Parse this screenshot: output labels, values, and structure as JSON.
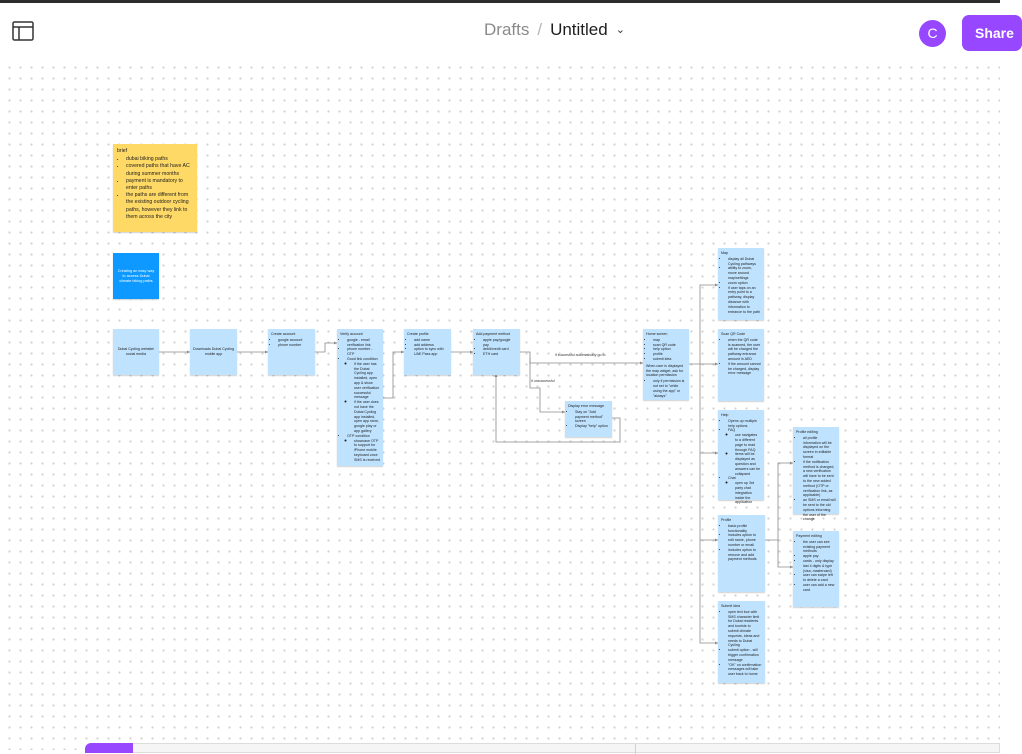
{
  "header": {
    "breadcrumb_parent": "Drafts",
    "separator": "/",
    "file_title": "Untitled",
    "avatar_initial": "C",
    "share_label": "Share"
  },
  "brief": {
    "title": "brief",
    "items": [
      "dubai biking paths",
      "covered paths that have AC during summer months",
      "payment is mandatory to enter paths",
      "the paths are different from the existing outdoor cycling paths, however they link to them across the city"
    ]
  },
  "blue_note": "Creating an easy way to access Dubai climate biking paths",
  "flow": {
    "n1": "Dubai Cycling website/ social media",
    "n2": "Downloads Dubai Cycling mobile app",
    "n3": {
      "head": "Create account",
      "items": [
        "google account",
        "phone number"
      ]
    },
    "n4": {
      "head": "Verify account",
      "items": [
        "google - email verification link",
        "phone number - OTP"
      ],
      "sub_head": "Good link condition",
      "sub_items": [
        "if the user has the Dubai Cycling app installed, open app & show user verification successful message",
        "if the user does not have the Dubai Cycling app installed, open app store, google play or app gallery"
      ],
      "otp_head": "OTP condition",
      "otp_items": [
        "showcase OTP to support for iPhone mobile keyboard once SMS is received"
      ]
    },
    "n5": {
      "head": "Create profile",
      "items": [
        "add name",
        "add address",
        "option to sync with UAE Pass app"
      ]
    },
    "n6": {
      "head": "Add payment method",
      "items": [
        "apple pay/google pay",
        "debit/credit card",
        "ETH card"
      ]
    },
    "error": {
      "head": "Display error message",
      "items": [
        "Stay on \"Add payment method\" screen",
        "Display \"help\" option"
      ]
    },
    "home": {
      "head": "Home screen",
      "items": [
        "map",
        "scan QR code",
        "help option",
        "profile",
        "submit idea"
      ],
      "note": "When user is displayed the map widget, ask for location permission",
      "note_items": [
        "only if permission is not set to \"while using the app\" or \"always\""
      ]
    },
    "label_success": "if successful automatically go to",
    "label_unsuccess": "if unsuccessful",
    "map": {
      "head": "Map",
      "items": [
        "display all Dubai Cycling pathways",
        "ability to zoom, move around map/settings",
        "zoom option",
        "if user taps on an entry point to a pathway, display distance with information to entrance to the path"
      ]
    },
    "scan": {
      "head": "Scan QR Code",
      "items": [
        "when the QR code is scanned, the user will be charged the pathway entrance amount in AED",
        "if the amount cannot be charged, display error message"
      ]
    },
    "help": {
      "head": "Help",
      "items": [
        "Opens up multiple help options"
      ],
      "faq_head": "FAQ",
      "faq_items": [
        "use navigates to a different page to read through FAQ",
        "items will be displayed as question and answers can be collapsed"
      ],
      "chat_head": "Chat",
      "chat_items": [
        "open up 3rd party chat integration inside the application"
      ]
    },
    "profile": {
      "head": "Profile",
      "items": [
        "basic profile functionality",
        "includes option to edit name, phone number or email",
        "includes option to remove and add payment methods"
      ]
    },
    "submit": {
      "head": "Submit idea",
      "items": [
        "open text box with SMS character limit for Dubai residents and tourists to submit climate requests, ideas and needs to Dubai Cycling",
        "submit option - will trigger confirmation message",
        "\"OK\" on confirmation messages will take user back to home"
      ]
    },
    "profile_edit": {
      "head": "Profile editing",
      "items": [
        "all profile information will be displayed on the screen in editable format",
        "if the notification method is changed, a new verification will have to be sent to the new added method (OTP or verification link, as applicable)",
        "an SMS or email will be sent to the old options informing the user of the change"
      ]
    },
    "payment_edit": {
      "head": "Payment editing",
      "items": [
        "the user can see existing payment methods",
        "apple pay",
        "cards - only display last 4 digits & type (visa, mastercard)",
        "user can swipe left to delete a card",
        "user can add a new card"
      ]
    }
  }
}
